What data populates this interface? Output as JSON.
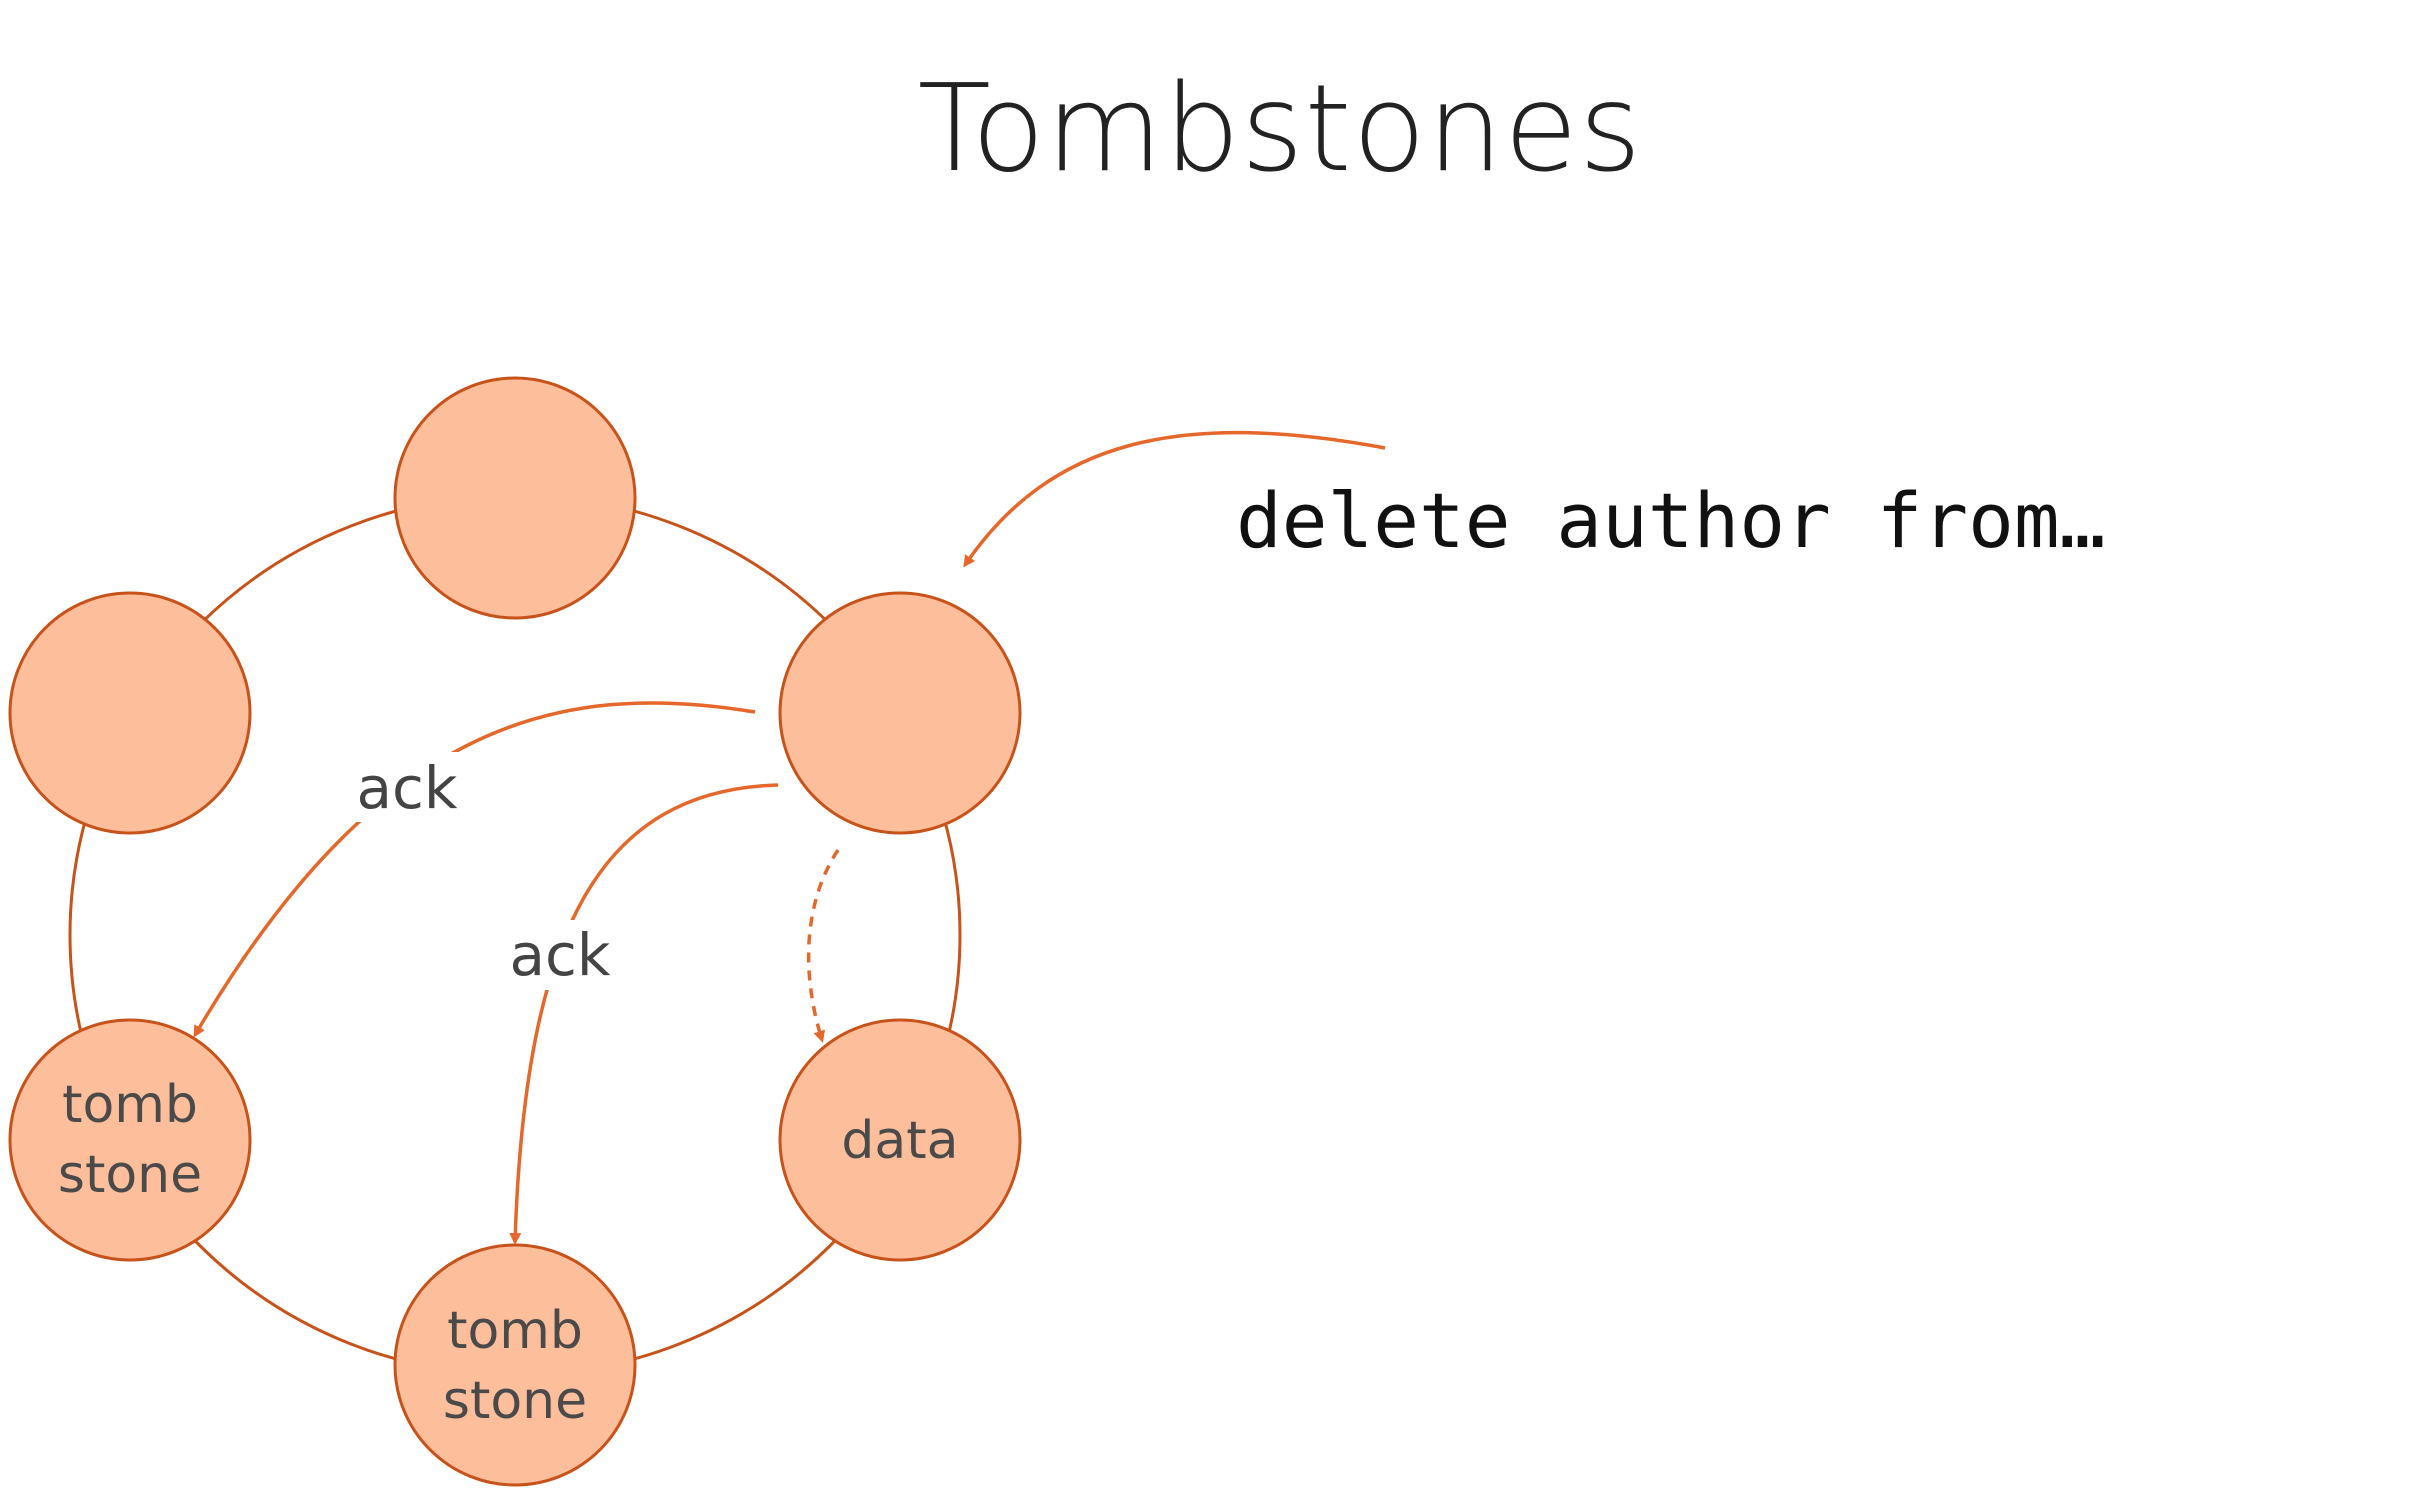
{
  "slide": {
    "title": "Tombstones",
    "command": "delete author from…"
  },
  "nodes": [
    {
      "id": "top",
      "lines": []
    },
    {
      "id": "upper-left",
      "lines": []
    },
    {
      "id": "upper-right",
      "lines": []
    },
    {
      "id": "lower-left",
      "lines": [
        "tomb",
        "stone"
      ]
    },
    {
      "id": "lower-right",
      "lines": [
        "data"
      ]
    },
    {
      "id": "bottom",
      "lines": [
        "tomb",
        "stone"
      ]
    }
  ],
  "edges": [
    {
      "from": "upper-right",
      "to": "lower-left",
      "label": "ack",
      "style": "solid"
    },
    {
      "from": "upper-right",
      "to": "bottom",
      "label": "ack",
      "style": "solid"
    },
    {
      "from": "upper-right",
      "to": "lower-right",
      "label": "",
      "style": "dashed"
    }
  ],
  "colors": {
    "node_fill": "#fdbe9b",
    "node_stroke": "#c8531a",
    "arrow": "#e5672a"
  }
}
